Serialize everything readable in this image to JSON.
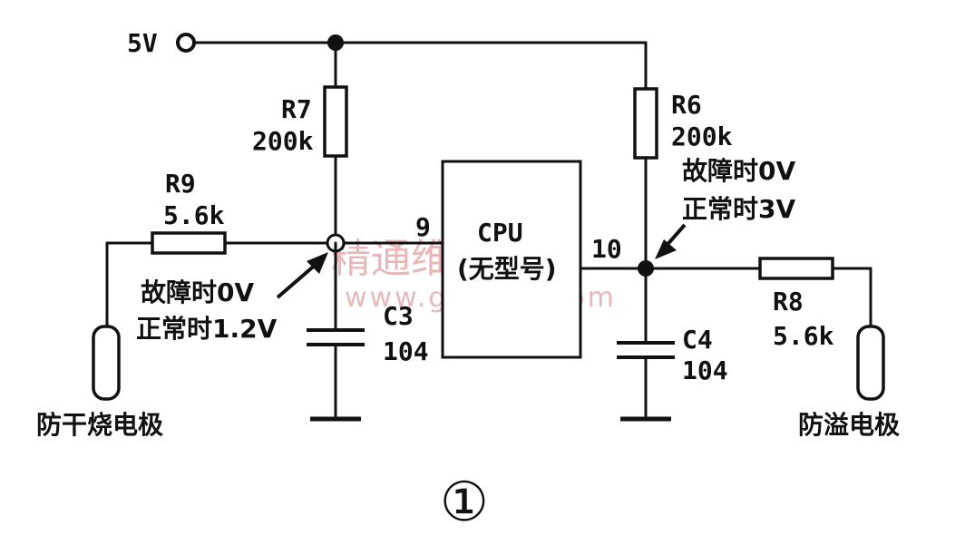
{
  "supply": {
    "label": "5V"
  },
  "resistors": {
    "r7": {
      "name": "R7",
      "value": "200k"
    },
    "r6": {
      "name": "R6",
      "value": "200k"
    },
    "r9": {
      "name": "R9",
      "value": "5.6k"
    },
    "r8": {
      "name": "R8",
      "value": "5.6k"
    }
  },
  "capacitors": {
    "c3": {
      "name": "C3",
      "value": "104"
    },
    "c4": {
      "name": "C4",
      "value": "104"
    }
  },
  "cpu": {
    "label": "CPU",
    "sublabel": "(无型号)",
    "pin_left": "9",
    "pin_right": "10"
  },
  "annotations": {
    "left_fault": "故障时0V",
    "left_normal": "正常时1.2V",
    "right_fault": "故障时0V",
    "right_normal": "正常时3V"
  },
  "electrodes": {
    "left": "防干烧电极",
    "right": "防溢电极"
  },
  "watermark": {
    "cn": "精通维修下载",
    "url": "www.gzweix.com"
  },
  "figure_number": "①"
}
